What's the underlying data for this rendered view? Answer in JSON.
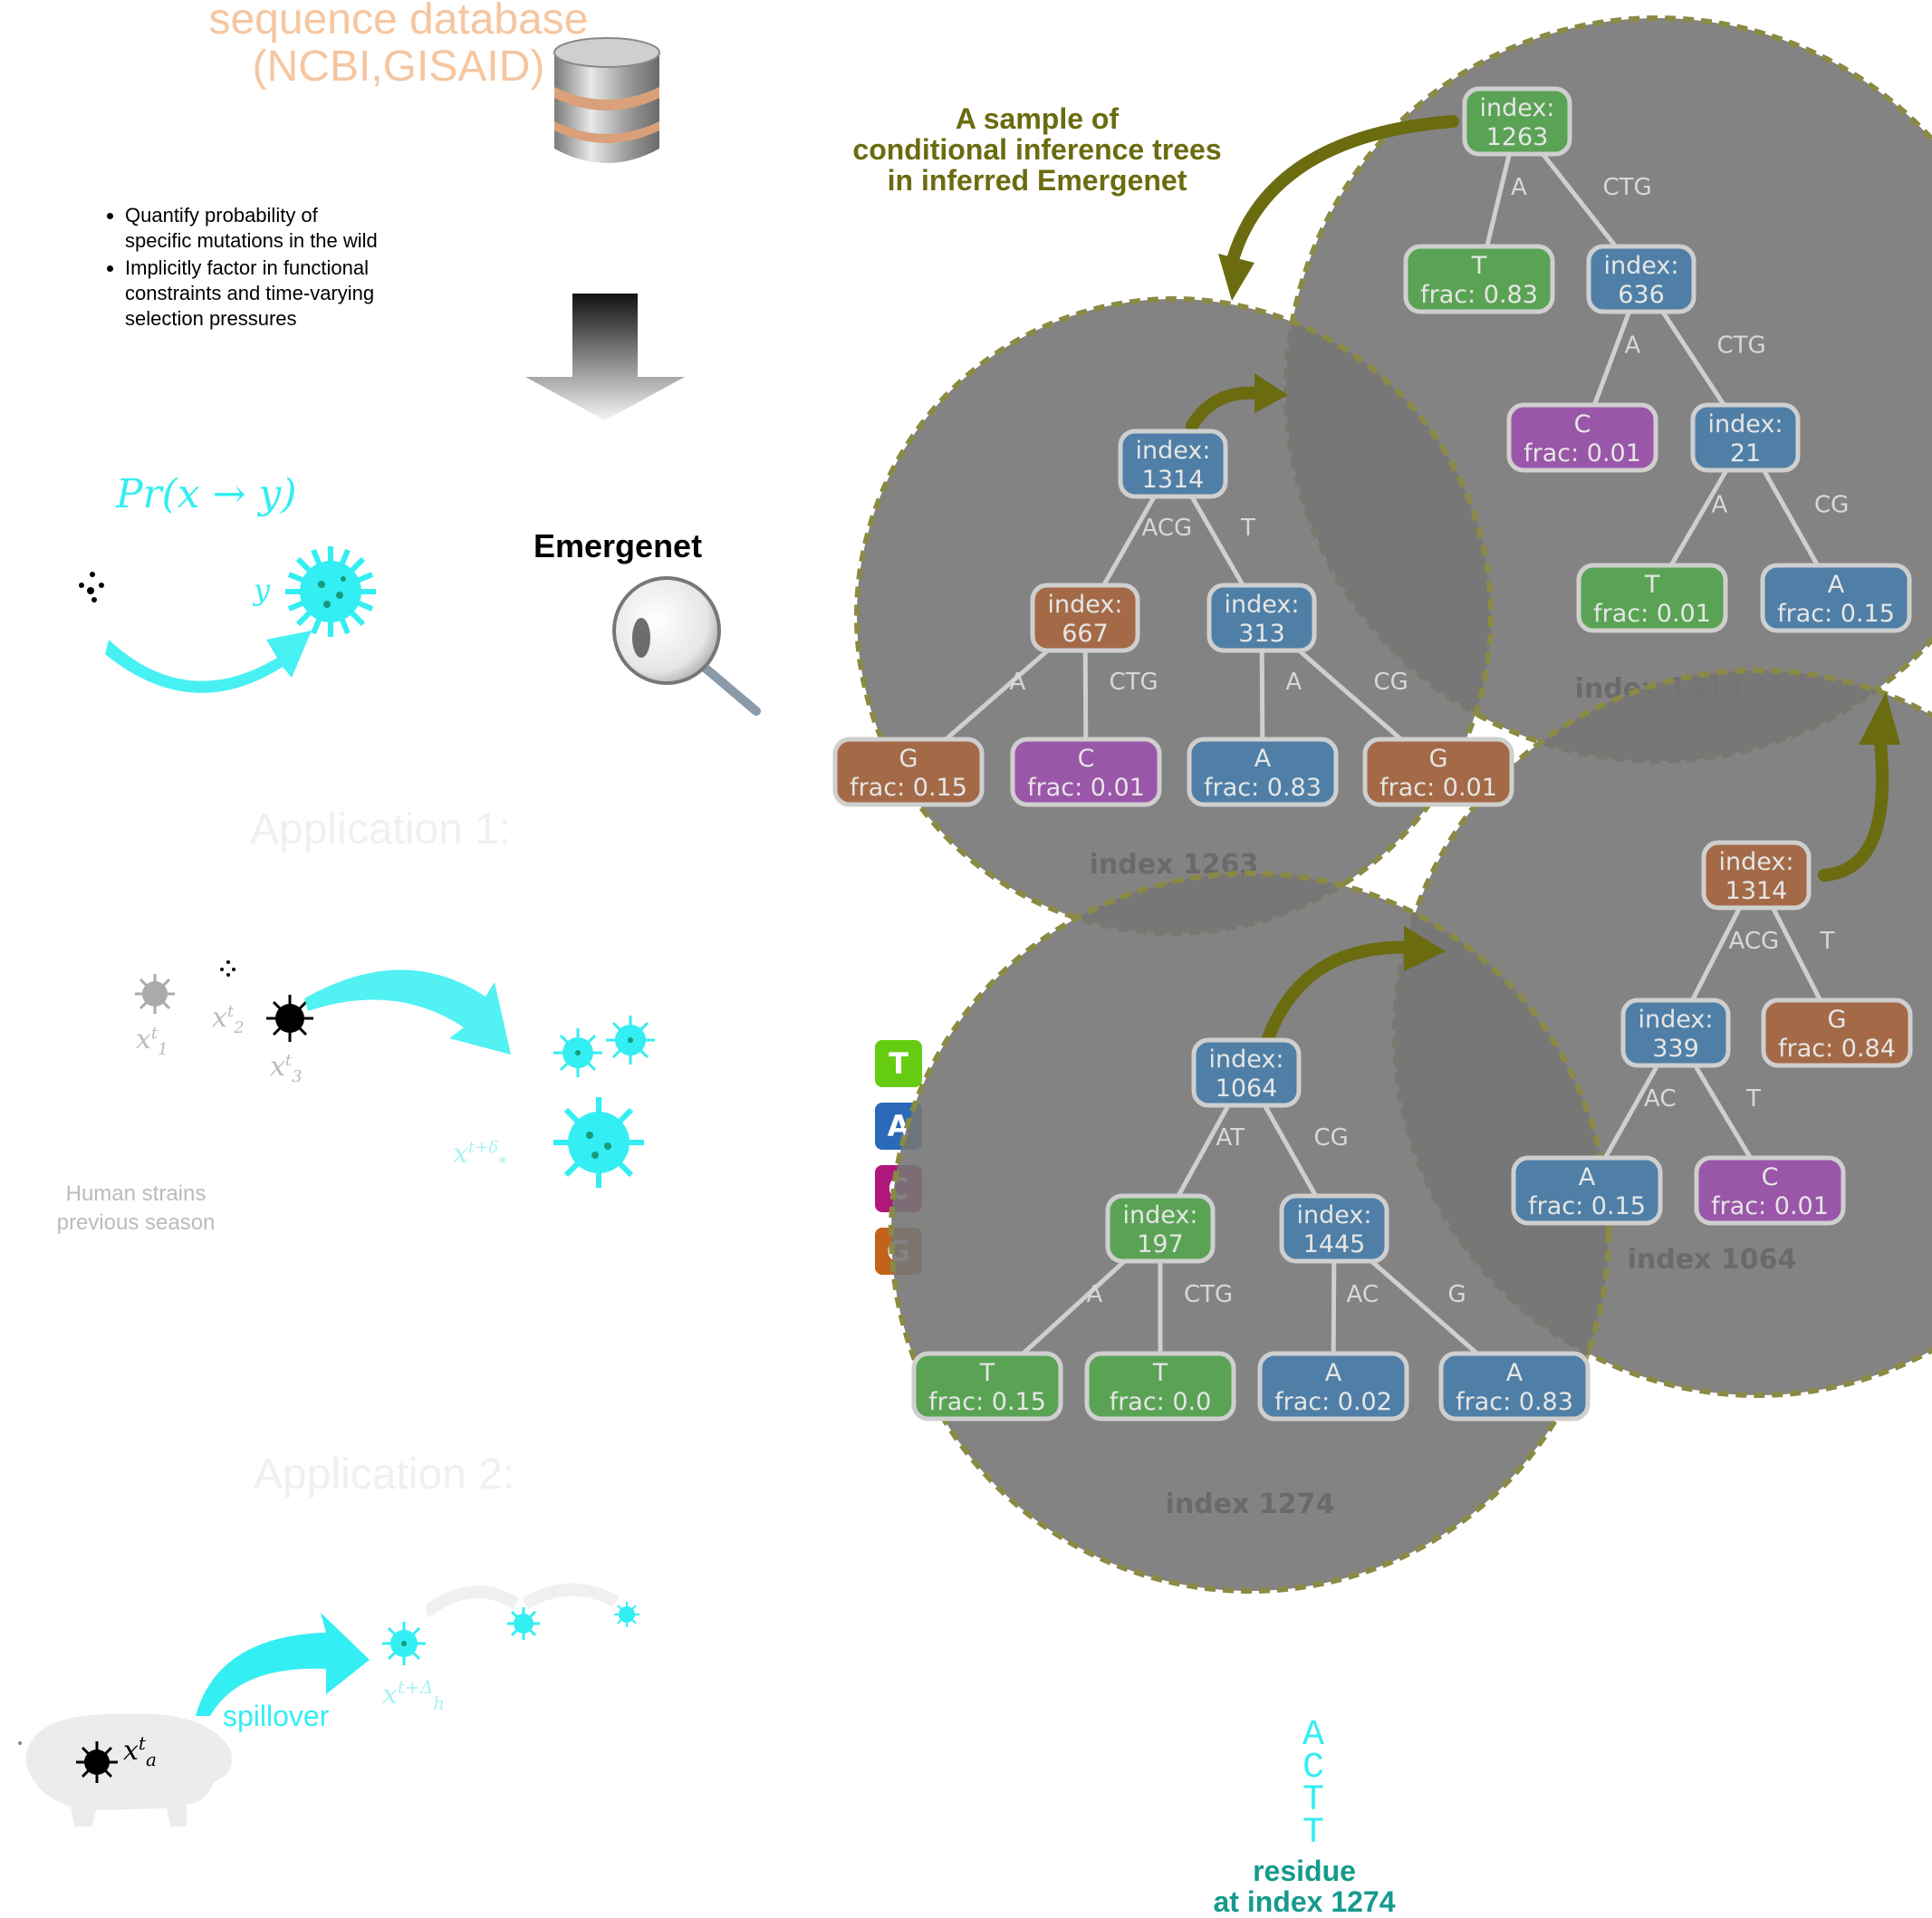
{
  "database": {
    "line1": "sequence database",
    "line2": "(NCBI,GISAID)"
  },
  "bullets": [
    "Quantify probability of specific mutations in the wild",
    "Implicitly factor in functional constraints and time-varying selection pressures"
  ],
  "formula": "Pr(x → y)",
  "formula_y": "y",
  "emergenet_label": "Emergenet",
  "application1": "Application 1:",
  "application2": "Application 2:",
  "strain_labels": {
    "x1": "x",
    "x1_sup": "t",
    "x1_sub": "1",
    "x2": "x",
    "x2_sup": "t",
    "x2_sub": "2",
    "x3": "x",
    "x3_sup": "t",
    "x3_sub": "3",
    "xstar": "x",
    "xstar_sup": "t+δ",
    "xstar_sub": "*",
    "xh": "x",
    "xh_sup": "t+Δ",
    "xh_sub": "h",
    "xa": "x",
    "xa_sup": "t",
    "xa_sub": "a"
  },
  "human_strains": {
    "line1": "Human strains",
    "line2": "previous season"
  },
  "spillover": "spillover",
  "sample_title": {
    "line1": "A sample of",
    "line2": "conditional inference trees",
    "line3": "in inferred Emergenet"
  },
  "residue_title": {
    "line1": "residue",
    "line2": "at index 1274"
  },
  "residue_letters": [
    "A",
    "C",
    "T",
    "T"
  ],
  "legend": [
    {
      "letter": "T",
      "color": "#66cc11"
    },
    {
      "letter": "A",
      "color": "#2a6ab8"
    },
    {
      "letter": "C",
      "color": "#b0177a"
    },
    {
      "letter": "G",
      "color": "#c2631a"
    }
  ],
  "colors": {
    "green": "#5aa355",
    "blue": "#4f7fa6",
    "brown": "#a46a47",
    "purple": "#9a56a8",
    "olive": "#6b6b10",
    "cyan": "#33eef2",
    "circle": "#757575"
  },
  "trees": [
    {
      "id": "tree-top",
      "watermark": "index 1314",
      "nodes": [
        {
          "id": "n1263",
          "l1": "index:",
          "l2": "1263",
          "color": "green"
        },
        {
          "id": "t083",
          "l1": "T",
          "l2": "frac: 0.83",
          "color": "green"
        },
        {
          "id": "n636",
          "l1": "index:",
          "l2": "636",
          "color": "blue"
        },
        {
          "id": "c001",
          "l1": "C",
          "l2": "frac: 0.01",
          "color": "purple"
        },
        {
          "id": "n21",
          "l1": "index:",
          "l2": "21",
          "color": "blue"
        },
        {
          "id": "t001",
          "l1": "T",
          "l2": "frac: 0.01",
          "color": "green"
        },
        {
          "id": "a015",
          "l1": "A",
          "l2": "frac: 0.15",
          "color": "blue"
        }
      ],
      "edges": [
        {
          "from": "n1263",
          "to": "t083",
          "label": "A"
        },
        {
          "from": "n1263",
          "to": "n636",
          "label": "CTG"
        },
        {
          "from": "n636",
          "to": "c001",
          "label": "A"
        },
        {
          "from": "n636",
          "to": "n21",
          "label": "CTG"
        },
        {
          "from": "n21",
          "to": "t001",
          "label": "A"
        },
        {
          "from": "n21",
          "to": "a015",
          "label": "CG"
        }
      ]
    },
    {
      "id": "tree-left",
      "watermark": "index 1263",
      "nodes": [
        {
          "id": "n1314",
          "l1": "index:",
          "l2": "1314",
          "color": "blue"
        },
        {
          "id": "n667",
          "l1": "index:",
          "l2": "667",
          "color": "brown"
        },
        {
          "id": "n313",
          "l1": "index:",
          "l2": "313",
          "color": "blue"
        },
        {
          "id": "g015",
          "l1": "G",
          "l2": "frac: 0.15",
          "color": "brown"
        },
        {
          "id": "c001b",
          "l1": "C",
          "l2": "frac: 0.01",
          "color": "purple"
        },
        {
          "id": "a083",
          "l1": "A",
          "l2": "frac: 0.83",
          "color": "blue"
        },
        {
          "id": "g001",
          "l1": "G",
          "l2": "frac: 0.01",
          "color": "brown"
        }
      ],
      "edges": [
        {
          "from": "n1314",
          "to": "n667",
          "label": "ACG"
        },
        {
          "from": "n1314",
          "to": "n313",
          "label": "T"
        },
        {
          "from": "n667",
          "to": "g015",
          "label": "A"
        },
        {
          "from": "n667",
          "to": "c001b",
          "label": "CTG"
        },
        {
          "from": "n313",
          "to": "a083",
          "label": "A"
        },
        {
          "from": "n313",
          "to": "g001",
          "label": "CG"
        }
      ]
    },
    {
      "id": "tree-right",
      "watermark": "index 1064",
      "nodes": [
        {
          "id": "n1314r",
          "l1": "index:",
          "l2": "1314",
          "color": "brown"
        },
        {
          "id": "n339",
          "l1": "index:",
          "l2": "339",
          "color": "blue"
        },
        {
          "id": "g084",
          "l1": "G",
          "l2": "frac: 0.84",
          "color": "brown"
        },
        {
          "id": "a015r",
          "l1": "A",
          "l2": "frac: 0.15",
          "color": "blue"
        },
        {
          "id": "c001r",
          "l1": "C",
          "l2": "frac: 0.01",
          "color": "purple"
        }
      ],
      "edges": [
        {
          "from": "n1314r",
          "to": "n339",
          "label": "ACG"
        },
        {
          "from": "n1314r",
          "to": "g084",
          "label": "T"
        },
        {
          "from": "n339",
          "to": "a015r",
          "label": "AC"
        },
        {
          "from": "n339",
          "to": "c001r",
          "label": "T"
        }
      ]
    },
    {
      "id": "tree-bottom",
      "watermark": "index 1274",
      "nodes": [
        {
          "id": "n1064",
          "l1": "index:",
          "l2": "1064",
          "color": "blue"
        },
        {
          "id": "n197",
          "l1": "index:",
          "l2": "197",
          "color": "green"
        },
        {
          "id": "n1445",
          "l1": "index:",
          "l2": "1445",
          "color": "blue"
        },
        {
          "id": "t015",
          "l1": "T",
          "l2": "frac: 0.15",
          "color": "green"
        },
        {
          "id": "t00",
          "l1": "T",
          "l2": "frac: 0.0",
          "color": "green"
        },
        {
          "id": "a002",
          "l1": "A",
          "l2": "frac: 0.02",
          "color": "blue"
        },
        {
          "id": "a083b",
          "l1": "A",
          "l2": "frac: 0.83",
          "color": "blue"
        }
      ],
      "edges": [
        {
          "from": "n1064",
          "to": "n197",
          "label": "AT"
        },
        {
          "from": "n1064",
          "to": "n1445",
          "label": "CG"
        },
        {
          "from": "n197",
          "to": "t015",
          "label": "A"
        },
        {
          "from": "n197",
          "to": "t00",
          "label": "CTG"
        },
        {
          "from": "n1445",
          "to": "a002",
          "label": "AC"
        },
        {
          "from": "n1445",
          "to": "a083b",
          "label": "G"
        }
      ]
    }
  ]
}
